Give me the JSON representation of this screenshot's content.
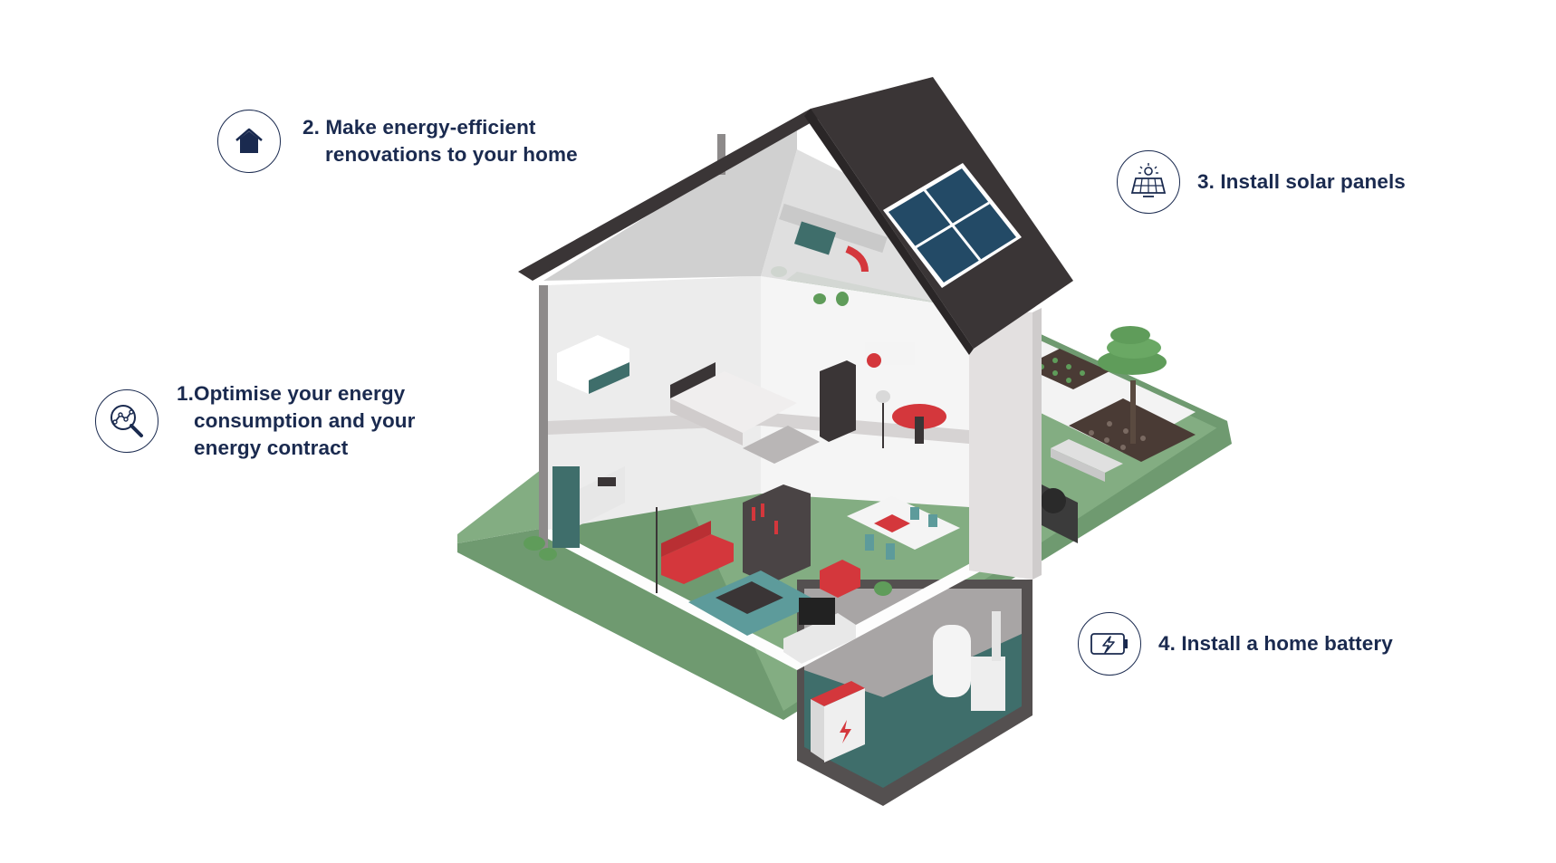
{
  "callouts": [
    {
      "number": "1.",
      "lines": [
        "Optimise your energy",
        "consumption and your",
        "energy contract"
      ],
      "icon": "magnifier-graph-icon"
    },
    {
      "number": "2.",
      "lines": [
        "Make energy-efficient",
        "renovations to your home"
      ],
      "icon": "house-icon"
    },
    {
      "number": "3.",
      "lines": [
        "Install solar panels"
      ],
      "icon": "solar-panel-icon"
    },
    {
      "number": "4.",
      "lines": [
        "Install a home battery"
      ],
      "icon": "battery-bolt-icon"
    }
  ],
  "colors": {
    "text": "#1a2a4f",
    "roof": "#3a3536",
    "wall": "#e9e6e6",
    "grass": "#7fa97f",
    "accent_red": "#d4373c",
    "teal": "#3d6b6b",
    "solar_blue": "#234a66"
  }
}
